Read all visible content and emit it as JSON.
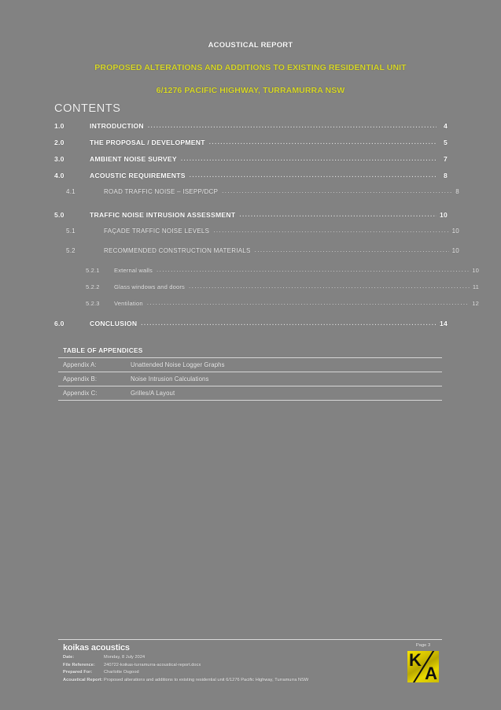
{
  "document": {
    "doc_type": "ACOUSTICAL REPORT",
    "subject": "PROPOSED ALTERATIONS AND ADDITIONS TO EXISTING RESIDENTIAL UNIT",
    "address": "6/1276 PACIFIC HIGHWAY, TURRAMURRA NSW",
    "accent_color": "#d8d82a",
    "page_background": "#828282"
  },
  "contents": {
    "heading": "CONTENTS",
    "entries": [
      {
        "level": 1,
        "number": "1.0",
        "label": "INTRODUCTION",
        "page": "4"
      },
      {
        "level": 1,
        "number": "2.0",
        "label": "THE PROPOSAL / DEVELOPMENT",
        "page": "5"
      },
      {
        "level": 1,
        "number": "3.0",
        "label": "AMBIENT NOISE SURVEY",
        "page": "7"
      },
      {
        "level": 1,
        "number": "4.0",
        "label": "ACOUSTIC REQUIREMENTS",
        "page": "8"
      },
      {
        "level": 2,
        "number": "4.1",
        "label": "ROAD TRAFFIC NOISE – ISEPP/DCP",
        "page": "8"
      },
      {
        "level": 1,
        "number": "5.0",
        "label": "TRAFFIC NOISE INTRUSION ASSESSMENT",
        "page": "10"
      },
      {
        "level": 2,
        "number": "5.1",
        "label": "FAÇADE TRAFFIC NOISE LEVELS",
        "page": "10"
      },
      {
        "level": 2,
        "number": "5.2",
        "label": "RECOMMENDED CONSTRUCTION MATERIALS",
        "page": "10"
      },
      {
        "level": 3,
        "number": "5.2.1",
        "label": "External walls",
        "page": "10"
      },
      {
        "level": 3,
        "number": "5.2.2",
        "label": "Glass windows and doors",
        "page": "11"
      },
      {
        "level": 3,
        "number": "5.2.3",
        "label": "Ventilation",
        "page": "12"
      },
      {
        "level": 1,
        "number": "6.0",
        "label": "CONCLUSION",
        "page": "14"
      }
    ]
  },
  "appendices": {
    "title": "TABLE OF APPENDICES",
    "rows": [
      {
        "ref": "Appendix A:",
        "description": "Unattended Noise Logger Graphs"
      },
      {
        "ref": "Appendix B:",
        "description": "Noise Intrusion Calculations"
      },
      {
        "ref": "Appendix C:",
        "description": "Grilles/A Layout"
      }
    ]
  },
  "footer": {
    "brand": "koikas acoustics",
    "meta": [
      {
        "key": "Date:",
        "value": "Monday, 8 July 2024"
      },
      {
        "key": "File Reference:",
        "value": "240722-koikas-turramurra-acoustical-report.docx"
      },
      {
        "key": "Prepared For:",
        "value": "Charlotte Osgood"
      },
      {
        "key": "Acoustical Report:",
        "value": "Proposed alterations and additions to existing residential unit 6/1276 Pacific Highway, Turramurra NSW"
      }
    ],
    "page_label": "Page 3",
    "logo": {
      "letter_top": "K",
      "letter_bottom": "A"
    }
  }
}
